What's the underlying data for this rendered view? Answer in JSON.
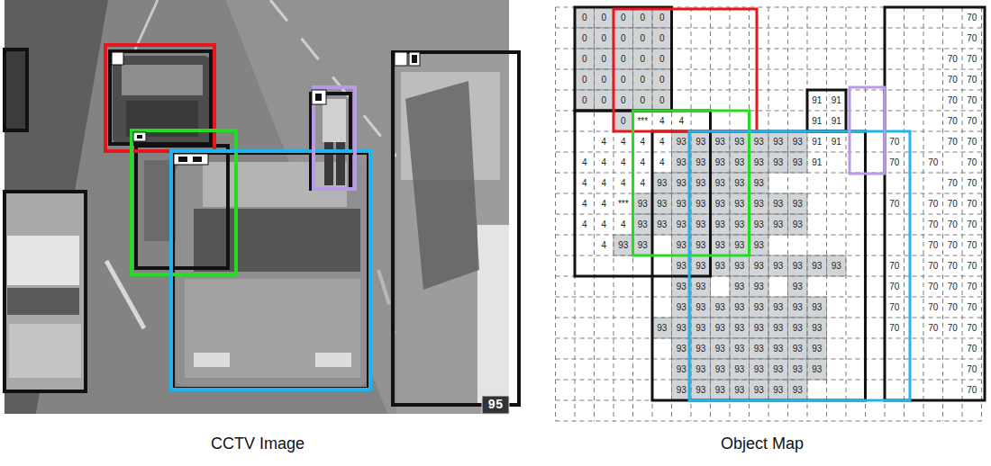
{
  "diagram": {
    "nodes": [
      {
        "text": [
          "CCTV Image"
        ]
      },
      {
        "text": [
          "Object Map"
        ]
      }
    ],
    "labels": [
      "95",
      "0",
      "0",
      "0",
      "0",
      "0",
      "70",
      "0",
      "0",
      "0",
      "0",
      "0",
      "70",
      "0",
      "0",
      "0",
      "0",
      "0",
      "70",
      "70",
      "0",
      "0",
      "0",
      "0",
      "0",
      "70",
      "70",
      "0",
      "0",
      "0",
      "0",
      "0",
      "91",
      "91",
      "70",
      "70",
      "0",
      "***",
      "4",
      "4",
      "91",
      "91",
      "70",
      "70",
      "4",
      "4",
      "4",
      "4",
      "93",
      "93",
      "93",
      "93",
      "93",
      "93",
      "93",
      "91",
      "91",
      "70",
      "70",
      "70",
      "4",
      "4",
      "4",
      "4",
      "4",
      "93",
      "93",
      "93",
      "93",
      "93",
      "93",
      "93",
      "91",
      "70",
      "70",
      "70",
      "4",
      "4",
      "4",
      "4",
      "93",
      "93",
      "93",
      "93",
      "93",
      "93",
      "70",
      "70",
      "4",
      "4",
      "***",
      "93",
      "93",
      "93",
      "93",
      "93",
      "93",
      "93",
      "93",
      "93",
      "70",
      "70",
      "70",
      "70",
      "4",
      "4",
      "4",
      "93",
      "93",
      "93",
      "93",
      "93",
      "93",
      "93",
      "93",
      "93",
      "70",
      "70",
      "70",
      "4",
      "93",
      "93",
      "93",
      "93",
      "93",
      "93",
      "93",
      "70",
      "70",
      "70",
      "93",
      "93",
      "93",
      "93",
      "93",
      "93",
      "93",
      "93",
      "93",
      "70",
      "70",
      "70",
      "70",
      "93",
      "93",
      "93",
      "93",
      "93",
      "70",
      "70",
      "70",
      "70",
      "93",
      "93",
      "93",
      "93",
      "93",
      "93",
      "93",
      "93",
      "70",
      "70",
      "70",
      "70",
      "93",
      "93",
      "93",
      "93",
      "93",
      "93",
      "93",
      "93",
      "93",
      "70",
      "70",
      "70",
      "70",
      "93",
      "93",
      "93",
      "93",
      "93",
      "93",
      "93",
      "93",
      "70",
      "93",
      "93",
      "93",
      "93",
      "93",
      "93",
      "93",
      "93",
      "70",
      "93",
      "93",
      "93",
      "93",
      "93",
      "93",
      "93",
      "70"
    ]
  }
}
